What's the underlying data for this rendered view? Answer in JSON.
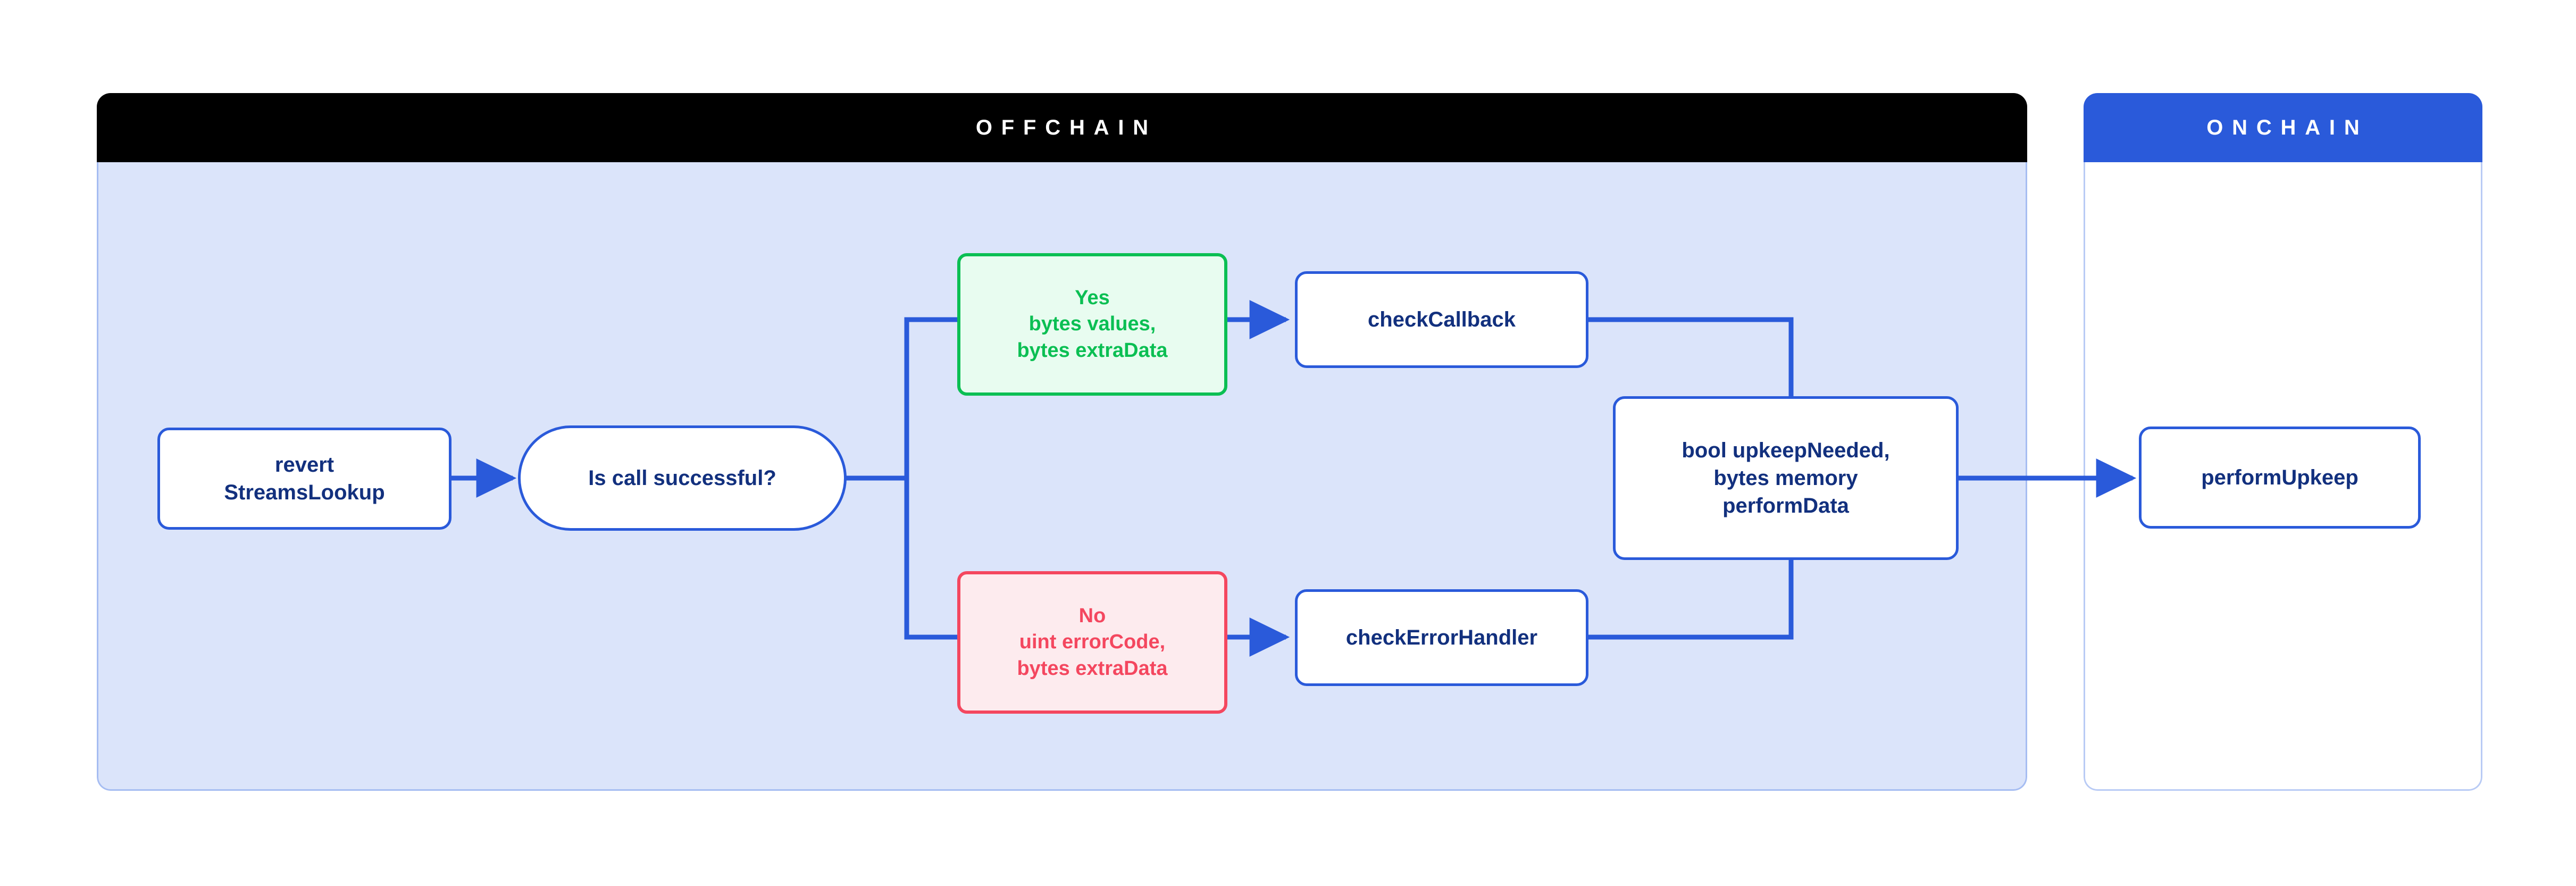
{
  "diagram": {
    "title": "Chainlink Automation StreamsLookup offchain/onchain flow",
    "colors": {
      "offchain_header_bg": "#000000",
      "offchain_body_bg": "#dbe4fa",
      "offchain_body_border": "#a6bdf2",
      "onchain_header_bg": "#2a5ada",
      "onchain_body_bg": "#ffffff",
      "onchain_body_border": "#b9cbf5",
      "connector": "#2a5ada",
      "node_border_blue": "#2a5ada",
      "node_text_blue": "#12307e",
      "success_green": "#0bbf53",
      "success_green_bg": "#e8fcf0",
      "error_red": "#f4475f",
      "error_red_bg": "#fdebee"
    }
  },
  "panels": {
    "offchain": {
      "header": "OFFCHAIN"
    },
    "onchain": {
      "header": "ONCHAIN"
    }
  },
  "nodes": {
    "revert": {
      "label": "revert\nStreamsLookup",
      "shape": "rounded-rect",
      "variant": "blue"
    },
    "decision": {
      "label": "Is call successful?",
      "shape": "pill",
      "variant": "blue"
    },
    "yes_branch": {
      "label": "Yes\nbytes values,\nbytes extraData",
      "shape": "rounded-rect",
      "variant": "green"
    },
    "no_branch": {
      "label": "No\nuint errorCode,\nbytes extraData",
      "shape": "rounded-rect",
      "variant": "red"
    },
    "check_callback": {
      "label": "checkCallback",
      "shape": "rounded-rect",
      "variant": "blue"
    },
    "check_error_handler": {
      "label": "checkErrorHandler",
      "shape": "rounded-rect",
      "variant": "blue"
    },
    "upkeep_needed": {
      "label": "bool upkeepNeeded,\nbytes memory\nperformData",
      "shape": "rounded-rect",
      "variant": "blue"
    },
    "perform_upkeep": {
      "label": "performUpkeep",
      "shape": "rounded-rect",
      "variant": "blue"
    }
  },
  "edges": [
    {
      "from": "revert",
      "to": "decision",
      "arrow": true
    },
    {
      "from": "decision",
      "to": "yes_branch",
      "arrow": false,
      "style": "orthogonal-up"
    },
    {
      "from": "decision",
      "to": "no_branch",
      "arrow": false,
      "style": "orthogonal-down"
    },
    {
      "from": "yes_branch",
      "to": "check_callback",
      "arrow": true
    },
    {
      "from": "no_branch",
      "to": "check_error_handler",
      "arrow": true
    },
    {
      "from": "check_callback",
      "to": "upkeep_needed",
      "arrow": false,
      "style": "orthogonal-down"
    },
    {
      "from": "check_error_handler",
      "to": "upkeep_needed",
      "arrow": false,
      "style": "orthogonal-up"
    },
    {
      "from": "upkeep_needed",
      "to": "perform_upkeep",
      "arrow": true
    }
  ]
}
